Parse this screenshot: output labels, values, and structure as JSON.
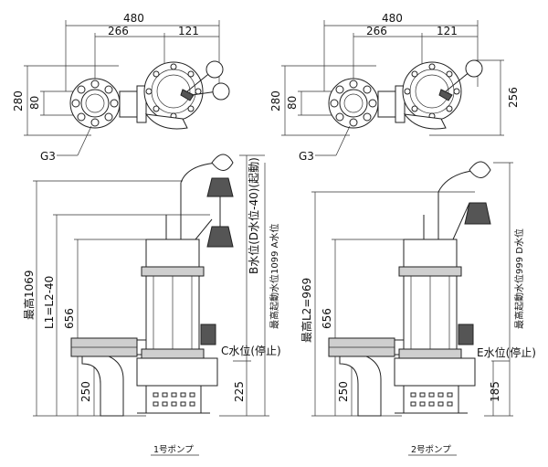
{
  "pump1": {
    "top_dims": {
      "overall_width": "480",
      "center_distance": "266",
      "right_offset": "121",
      "height_left": "280",
      "height_inner": "80"
    },
    "pipe_label": "G3",
    "side_dims": {
      "max_height": "最高1069",
      "l_label": "L1=L2-40",
      "d656": "656",
      "d250": "250",
      "d225": "225"
    },
    "levels": {
      "b_level": "B水位(D水位-40)(起動)",
      "a_level": "最高起動水位1099 A水位",
      "c_level": "C水位(停止)"
    },
    "caption": "1号ポンプ"
  },
  "pump2": {
    "top_dims": {
      "overall_width": "480",
      "center_distance": "266",
      "right_offset": "121",
      "height_left": "280",
      "height_inner": "80",
      "height_right": "256"
    },
    "pipe_label": "G3",
    "side_dims": {
      "max_height": "最高L2=969",
      "d656": "656",
      "d250": "250",
      "d185": "185"
    },
    "levels": {
      "d_level": "最高起動水位999 D水位",
      "e_level": "E水位(停止)"
    },
    "caption": "2号ポンプ"
  }
}
